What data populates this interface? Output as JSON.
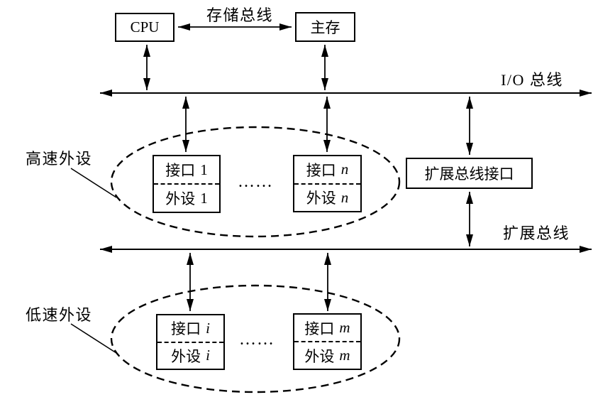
{
  "diagram": {
    "cpu": {
      "label": "CPU"
    },
    "main_memory": {
      "label": "主存"
    },
    "storage_bus": {
      "label": "存储总线"
    },
    "io_bus": {
      "label": "I/O 总线"
    },
    "expansion_bus": {
      "label": "扩展总线"
    },
    "expansion_bus_interface": {
      "label": "扩展总线接口"
    },
    "high_speed_group": {
      "label": "高速外设",
      "ellipsis": "……",
      "devices": [
        {
          "interface": "接口",
          "peripheral": "外设",
          "index": "1"
        },
        {
          "interface": "接口",
          "peripheral": "外设",
          "index": "n"
        }
      ]
    },
    "low_speed_group": {
      "label": "低速外设",
      "ellipsis": "……",
      "devices": [
        {
          "interface": "接口",
          "peripheral": "外设",
          "index": "i"
        },
        {
          "interface": "接口",
          "peripheral": "外设",
          "index": "m"
        }
      ]
    }
  },
  "colors": {
    "line": "#000000",
    "background": "#ffffff",
    "text": "#000000"
  }
}
